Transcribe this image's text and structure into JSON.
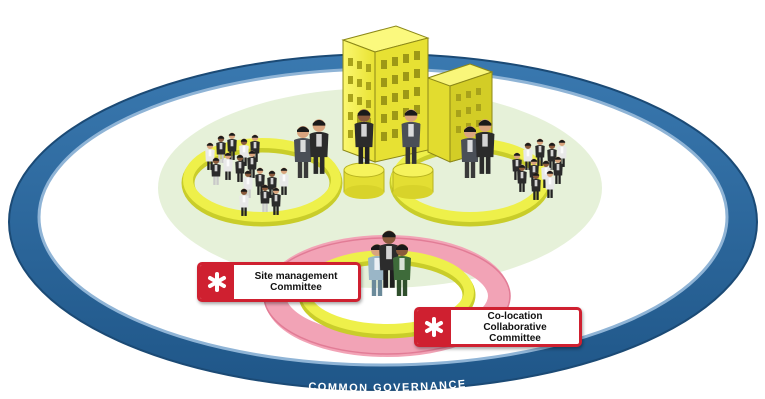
{
  "ring_label": "COMMON GOVERNANCE",
  "callouts": {
    "site_management": "Site management\nCommittee",
    "co_location": "Co-location Collaborative\nCommittee"
  },
  "colors": {
    "outer_ring": "#2f6fa6",
    "ground": "#e3f0d6",
    "yellow_ring": "#e6ea3c",
    "pink_ring": "#f2a7b7",
    "building": "#f2ee4a",
    "callout_red": "#cf2030"
  },
  "icons": [
    "building-icon",
    "people-group-icon",
    "asterisk-icon"
  ]
}
